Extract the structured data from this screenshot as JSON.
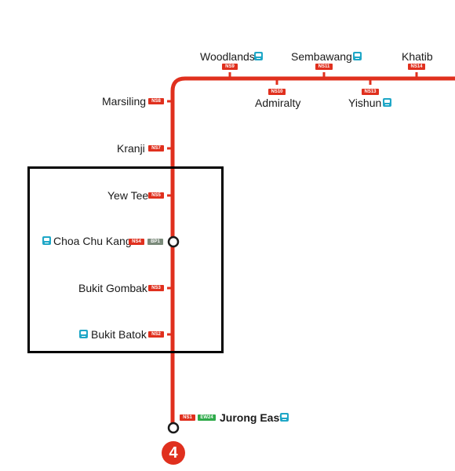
{
  "colors": {
    "line": "#e0301e",
    "ns_code": "#e0301e",
    "ew_code": "#2eaa4a",
    "bp_code": "#7a8a7a",
    "bus": "#1fa7c7",
    "frame": "#000000"
  },
  "line_badge": "4",
  "stations": [
    {
      "id": "woodlands",
      "name": "Woodlands",
      "codes": [
        "NS9"
      ],
      "bus": true
    },
    {
      "id": "sembawang",
      "name": "Sembawang",
      "codes": [
        "NS11"
      ],
      "bus": true
    },
    {
      "id": "khatib",
      "name": "Khatib",
      "codes": [
        "NS14"
      ],
      "bus": false
    },
    {
      "id": "admiralty",
      "name": "Admiralty",
      "codes": [
        "NS10"
      ],
      "bus": false
    },
    {
      "id": "yishun",
      "name": "Yishun",
      "codes": [
        "NS13"
      ],
      "bus": true
    },
    {
      "id": "marsiling",
      "name": "Marsiling",
      "codes": [
        "NS8"
      ],
      "bus": false
    },
    {
      "id": "kranji",
      "name": "Kranji",
      "codes": [
        "NS7"
      ],
      "bus": false
    },
    {
      "id": "yew-tee",
      "name": "Yew Tee",
      "codes": [
        "NS5"
      ],
      "bus": false
    },
    {
      "id": "choa-chu-kang",
      "name": "Choa Chu Kang",
      "codes": [
        "NS4",
        "BP1"
      ],
      "bus": true,
      "interchange": true
    },
    {
      "id": "bukit-gombak",
      "name": "Bukit Gombak",
      "codes": [
        "NS3"
      ],
      "bus": false
    },
    {
      "id": "bukit-batok",
      "name": "Bukit Batok",
      "codes": [
        "NS2"
      ],
      "bus": true
    },
    {
      "id": "jurong-east",
      "name": "Jurong East",
      "codes": [
        "NS1",
        "EW24"
      ],
      "bus": true,
      "interchange": true
    }
  ]
}
